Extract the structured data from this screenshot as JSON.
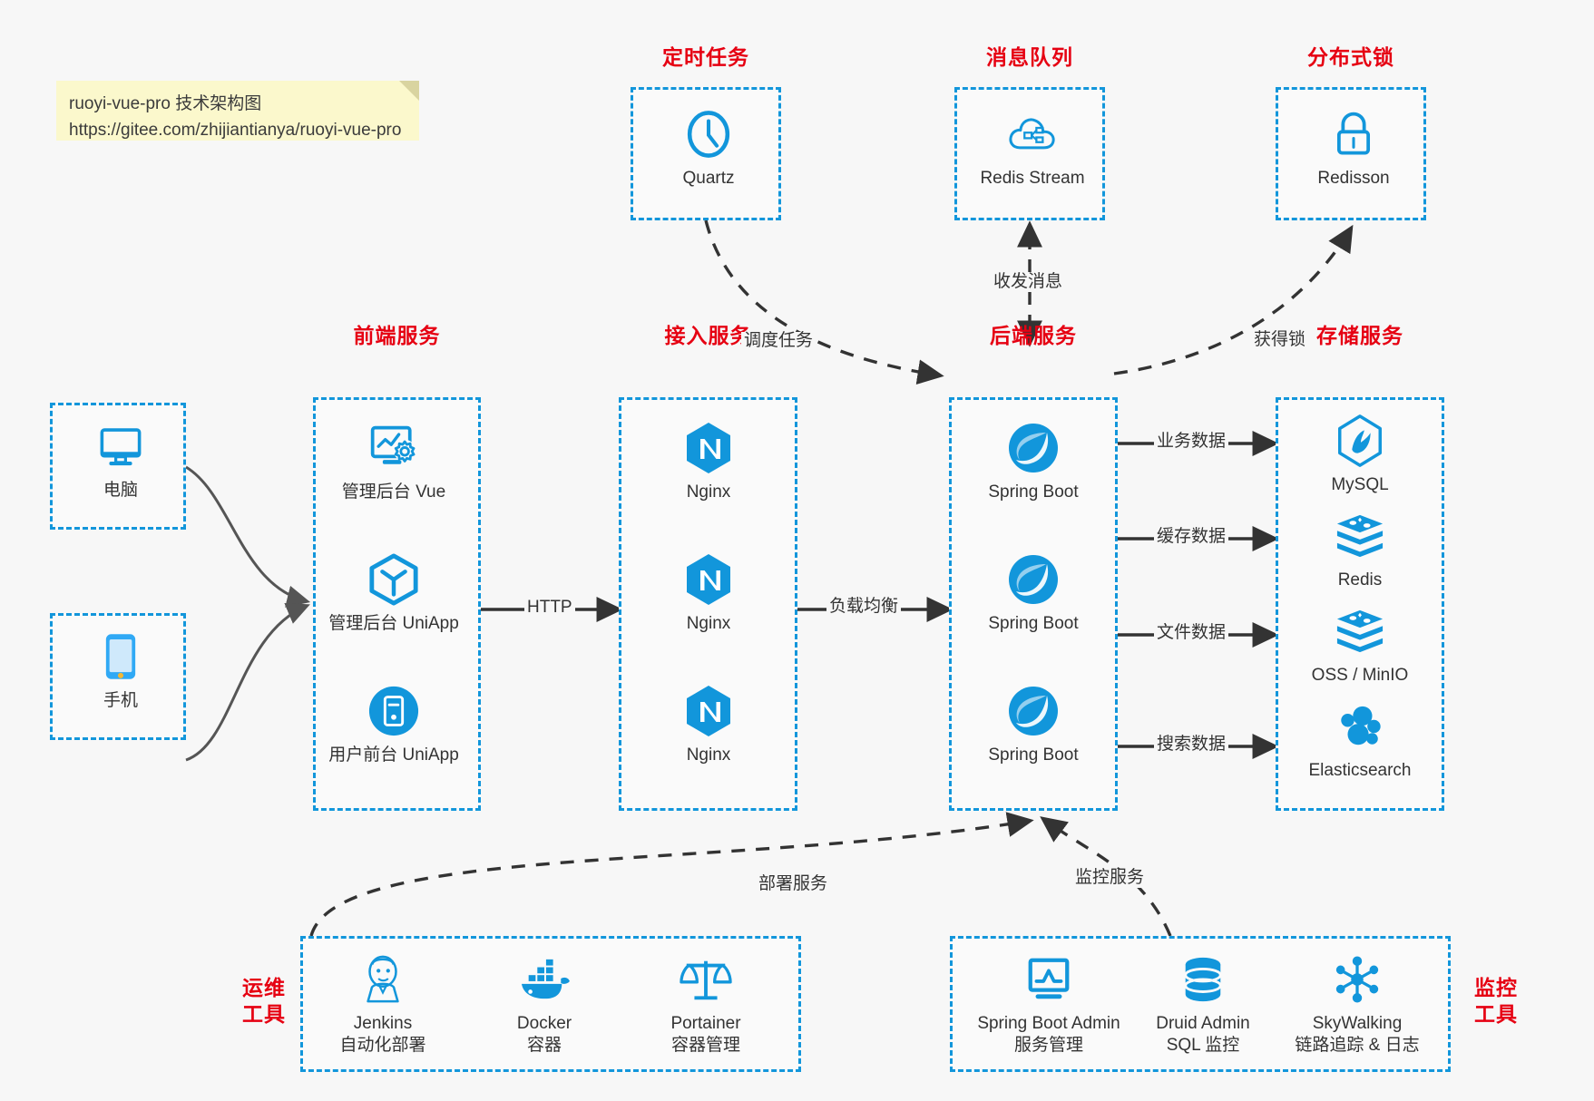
{
  "note": {
    "line1": "ruoyi-vue-pro 技术架构图",
    "line2": "https://gitee.com/zhijiantianya/ruoyi-vue-pro"
  },
  "colors": {
    "accent": "#1296db",
    "group_title": "#e60012",
    "background": "#f7f7f7",
    "note_bg": "#fbf8cc",
    "arrow": "#333333",
    "text": "#333333"
  },
  "groups": {
    "scheduler": {
      "title": "定时任务",
      "nodes": [
        {
          "label": "Quartz",
          "icon": "clock-icon"
        }
      ]
    },
    "mq": {
      "title": "消息队列",
      "nodes": [
        {
          "label": "Redis Stream",
          "icon": "cloud-stream-icon"
        }
      ]
    },
    "lock": {
      "title": "分布式锁",
      "nodes": [
        {
          "label": "Redisson",
          "icon": "lock-icon"
        }
      ]
    },
    "clients": {
      "nodes": [
        {
          "label": "电脑",
          "icon": "desktop-icon"
        },
        {
          "label": "手机",
          "icon": "phone-icon"
        }
      ]
    },
    "frontend": {
      "title": "前端服务",
      "nodes": [
        {
          "label": "管理后台 Vue",
          "icon": "dashboard-settings-icon"
        },
        {
          "label": "管理后台 UniApp",
          "icon": "uniapp-cube-icon"
        },
        {
          "label": "用户前台 UniApp",
          "icon": "mobile-app-icon"
        }
      ]
    },
    "gateway": {
      "title": "接入服务",
      "nodes": [
        {
          "label": "Nginx",
          "icon": "nginx-icon"
        },
        {
          "label": "Nginx",
          "icon": "nginx-icon"
        },
        {
          "label": "Nginx",
          "icon": "nginx-icon"
        }
      ]
    },
    "backend": {
      "title": "后端服务",
      "nodes": [
        {
          "label": "Spring Boot",
          "icon": "spring-boot-icon"
        },
        {
          "label": "Spring Boot",
          "icon": "spring-boot-icon"
        },
        {
          "label": "Spring Boot",
          "icon": "spring-boot-icon"
        }
      ]
    },
    "storage": {
      "title": "存储服务",
      "nodes": [
        {
          "label": "MySQL",
          "icon": "mysql-icon"
        },
        {
          "label": "Redis",
          "icon": "redis-icon"
        },
        {
          "label": "OSS / MinIO",
          "icon": "oss-minio-icon"
        },
        {
          "label": "Elasticsearch",
          "icon": "elasticsearch-icon"
        }
      ]
    },
    "devops": {
      "title_line1": "运维",
      "title_line2": "工具",
      "nodes": [
        {
          "label": "Jenkins",
          "sublabel": "自动化部署",
          "icon": "jenkins-icon"
        },
        {
          "label": "Docker",
          "sublabel": "容器",
          "icon": "docker-icon"
        },
        {
          "label": "Portainer",
          "sublabel": "容器管理",
          "icon": "portainer-scales-icon"
        }
      ]
    },
    "monitor": {
      "title_line1": "监控",
      "title_line2": "工具",
      "nodes": [
        {
          "label": "Spring Boot Admin",
          "sublabel": "服务管理",
          "icon": "monitor-chart-icon"
        },
        {
          "label": "Druid Admin",
          "sublabel": "SQL 监控",
          "icon": "database-icon"
        },
        {
          "label": "SkyWalking",
          "sublabel": "链路追踪 & 日志",
          "icon": "skywalking-icon"
        }
      ]
    }
  },
  "edges": [
    {
      "id": "http",
      "label": "HTTP"
    },
    {
      "id": "load-balance",
      "label": "负载均衡"
    },
    {
      "id": "schedule-task",
      "label": "调度任务"
    },
    {
      "id": "send-receive-message",
      "label": "收发消息"
    },
    {
      "id": "acquire-lock",
      "label": "获得锁"
    },
    {
      "id": "business-data",
      "label": "业务数据"
    },
    {
      "id": "cache-data",
      "label": "缓存数据"
    },
    {
      "id": "file-data",
      "label": "文件数据"
    },
    {
      "id": "search-data",
      "label": "搜索数据"
    },
    {
      "id": "deploy-service",
      "label": "部署服务"
    },
    {
      "id": "monitor-service",
      "label": "监控服务"
    }
  ]
}
